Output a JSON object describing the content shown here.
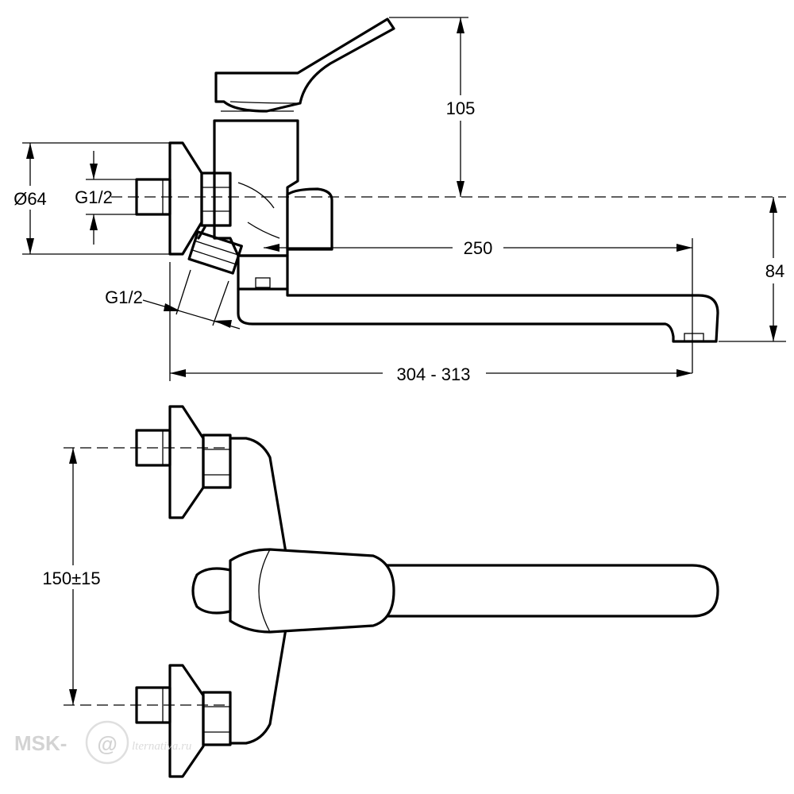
{
  "dimensions": {
    "height_lever": "105",
    "flange_diameter": "Ø64",
    "inlet_thread_top": "G1/2",
    "inlet_thread_bottom": "G1/2",
    "spout_reach": "250",
    "spout_height": "84",
    "total_length": "304 - 313",
    "center_distance": "150±15"
  },
  "watermark": {
    "prefix": "MSK-",
    "domain": "lternativa.ru"
  }
}
